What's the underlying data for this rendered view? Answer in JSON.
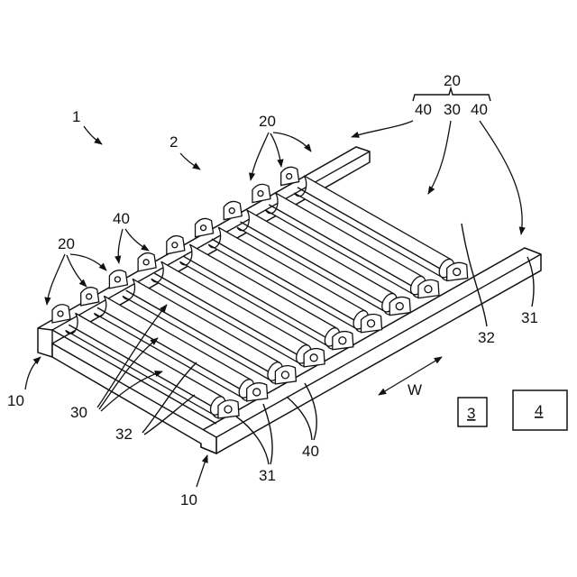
{
  "figure": {
    "labels": {
      "device": "1",
      "conveyor": "2",
      "unit": "20",
      "bearing_pair": "40",
      "roller": "30",
      "roller_body": "32",
      "shaft": "31",
      "frame": "10",
      "direction": "W",
      "box_3": "3",
      "box_4": "4"
    },
    "roller_count": 9
  }
}
